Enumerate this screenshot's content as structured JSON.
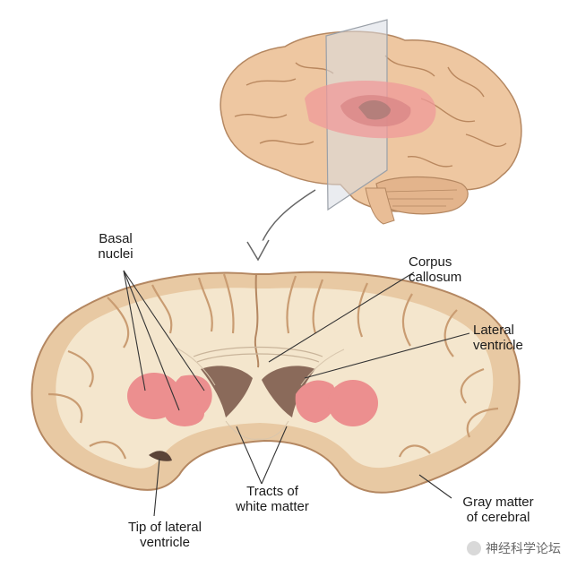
{
  "labels": {
    "basal_nuclei": [
      "Basal",
      "nuclei"
    ],
    "corpus_callosum": [
      "Corpus",
      "callosum"
    ],
    "lateral_ventricle": [
      "Lateral",
      "ventricle"
    ],
    "tracts": [
      "Tracts of",
      "white matter"
    ],
    "tip_lateral": [
      "Tip of lateral",
      "ventricle"
    ],
    "gray_matter": [
      "Gray matter",
      "of cerebral"
    ]
  },
  "watermark": "神经科学论坛",
  "colors": {
    "cortex": "#e8c9a3",
    "white_matter": "#f4e6cd",
    "basal_nuclei": "#ec8f8f",
    "ventricle": "#8a6a5a",
    "plane": "#d9dde3",
    "line": "#333333"
  }
}
